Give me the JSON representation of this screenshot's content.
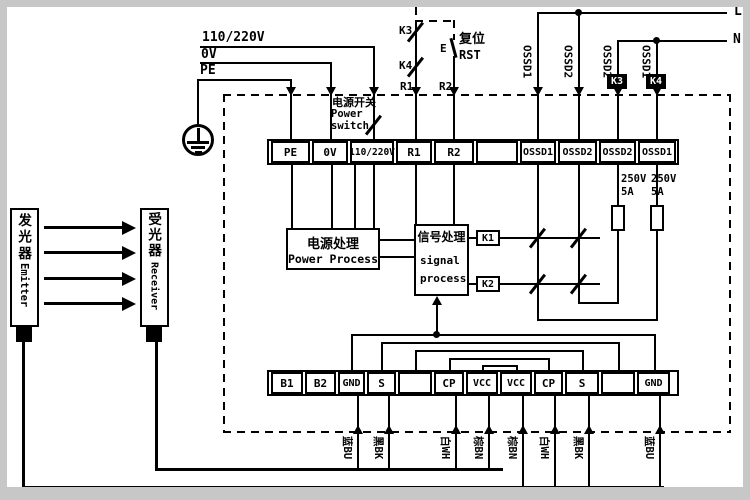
{
  "colors": {
    "line": "#000000",
    "frame": "#c7c7c7",
    "paper": "#ffffff"
  },
  "power_input": {
    "line1": "110/220V",
    "line2": "0V",
    "line3": "PE"
  },
  "power_switch": {
    "zh": "电源开关",
    "en_line1": "Power",
    "en_line2": "switch"
  },
  "reset_circuit": {
    "k3": "K3",
    "k4": "K4",
    "button": "E",
    "label_zh": "复位",
    "label_en": "RST",
    "r1": "R1",
    "r2": "R2"
  },
  "mains": {
    "live": "L",
    "neutral": "N"
  },
  "output_relays": {
    "k3": "K3",
    "k4": "K4"
  },
  "ossd_wire_labels": [
    "OSSD1",
    "OSSD2",
    "OSSD2",
    "OSSD1"
  ],
  "top_terminals": [
    "PE",
    "0V",
    "110/220V",
    "R1",
    "R2",
    "",
    "OSSD1",
    "OSSD2",
    "OSSD2",
    "OSSD1"
  ],
  "bottom_terminals": [
    "B1",
    "B2",
    "GND",
    "S",
    "",
    "CP",
    "VCC",
    "VCC",
    "CP",
    "S",
    "",
    "GND"
  ],
  "power_process": {
    "zh": "电源处理",
    "en": "Power Process"
  },
  "signal_process": {
    "zh": "信号处理",
    "en_line1": "signal",
    "en_line2": "process"
  },
  "internal_relays": {
    "k1": "K1",
    "k2": "K2"
  },
  "fuses": [
    {
      "voltage": "250V",
      "current": "5A"
    },
    {
      "voltage": "250V",
      "current": "5A"
    }
  ],
  "emitter": {
    "zh": "发光器",
    "en": "Emitter"
  },
  "receiver": {
    "zh": "受光器",
    "en": "Receiver"
  },
  "wire_colors": [
    "蓝BU",
    "黑BK",
    "白WH",
    "棕BN",
    "棕BN",
    "白WH",
    "黑BK",
    "蓝BU"
  ]
}
